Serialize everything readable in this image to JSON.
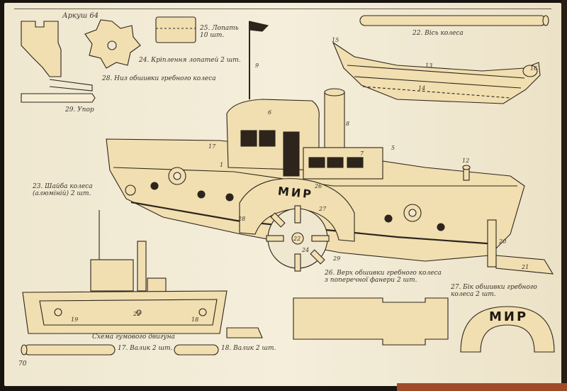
{
  "page": {
    "sheet_label": "Аркуш 64",
    "page_number": "70"
  },
  "parts": {
    "p25": "25. Лопать\n10 шт.",
    "p24": "24. Кріплення лопатей   2 шт.",
    "p28": "28. Низ обшивки гребного колеса",
    "p29": "29. Упор",
    "p22": "22. Вісь колеса",
    "p23": "23. Шайба колеса\n(алюміній)  2 шт.",
    "p26": "26. Верх обшивки гребного колеса\nз поперечної фанери 2 шт.",
    "p27": "27. Бік обшивки гребного\nколеса  2 шт.",
    "p17": "17. Валик  2 шт.",
    "p18": "18. Валик 2 шт.",
    "scheme": "Схема гумового двигуна"
  },
  "boat_name": "МИР",
  "callouts": {
    "n1": "1",
    "n5": "5",
    "n6": "6",
    "n7": "7",
    "n8": "8",
    "n9": "9",
    "n12": "12",
    "n13": "13",
    "n14": "14",
    "n15": "15",
    "n16": "16",
    "n17": "17",
    "n18": "18",
    "n19": "19",
    "n20": "20",
    "n21": "21",
    "n22": "22",
    "n24": "24",
    "n26": "26",
    "n27": "27",
    "n28": "28",
    "n29": "29"
  }
}
